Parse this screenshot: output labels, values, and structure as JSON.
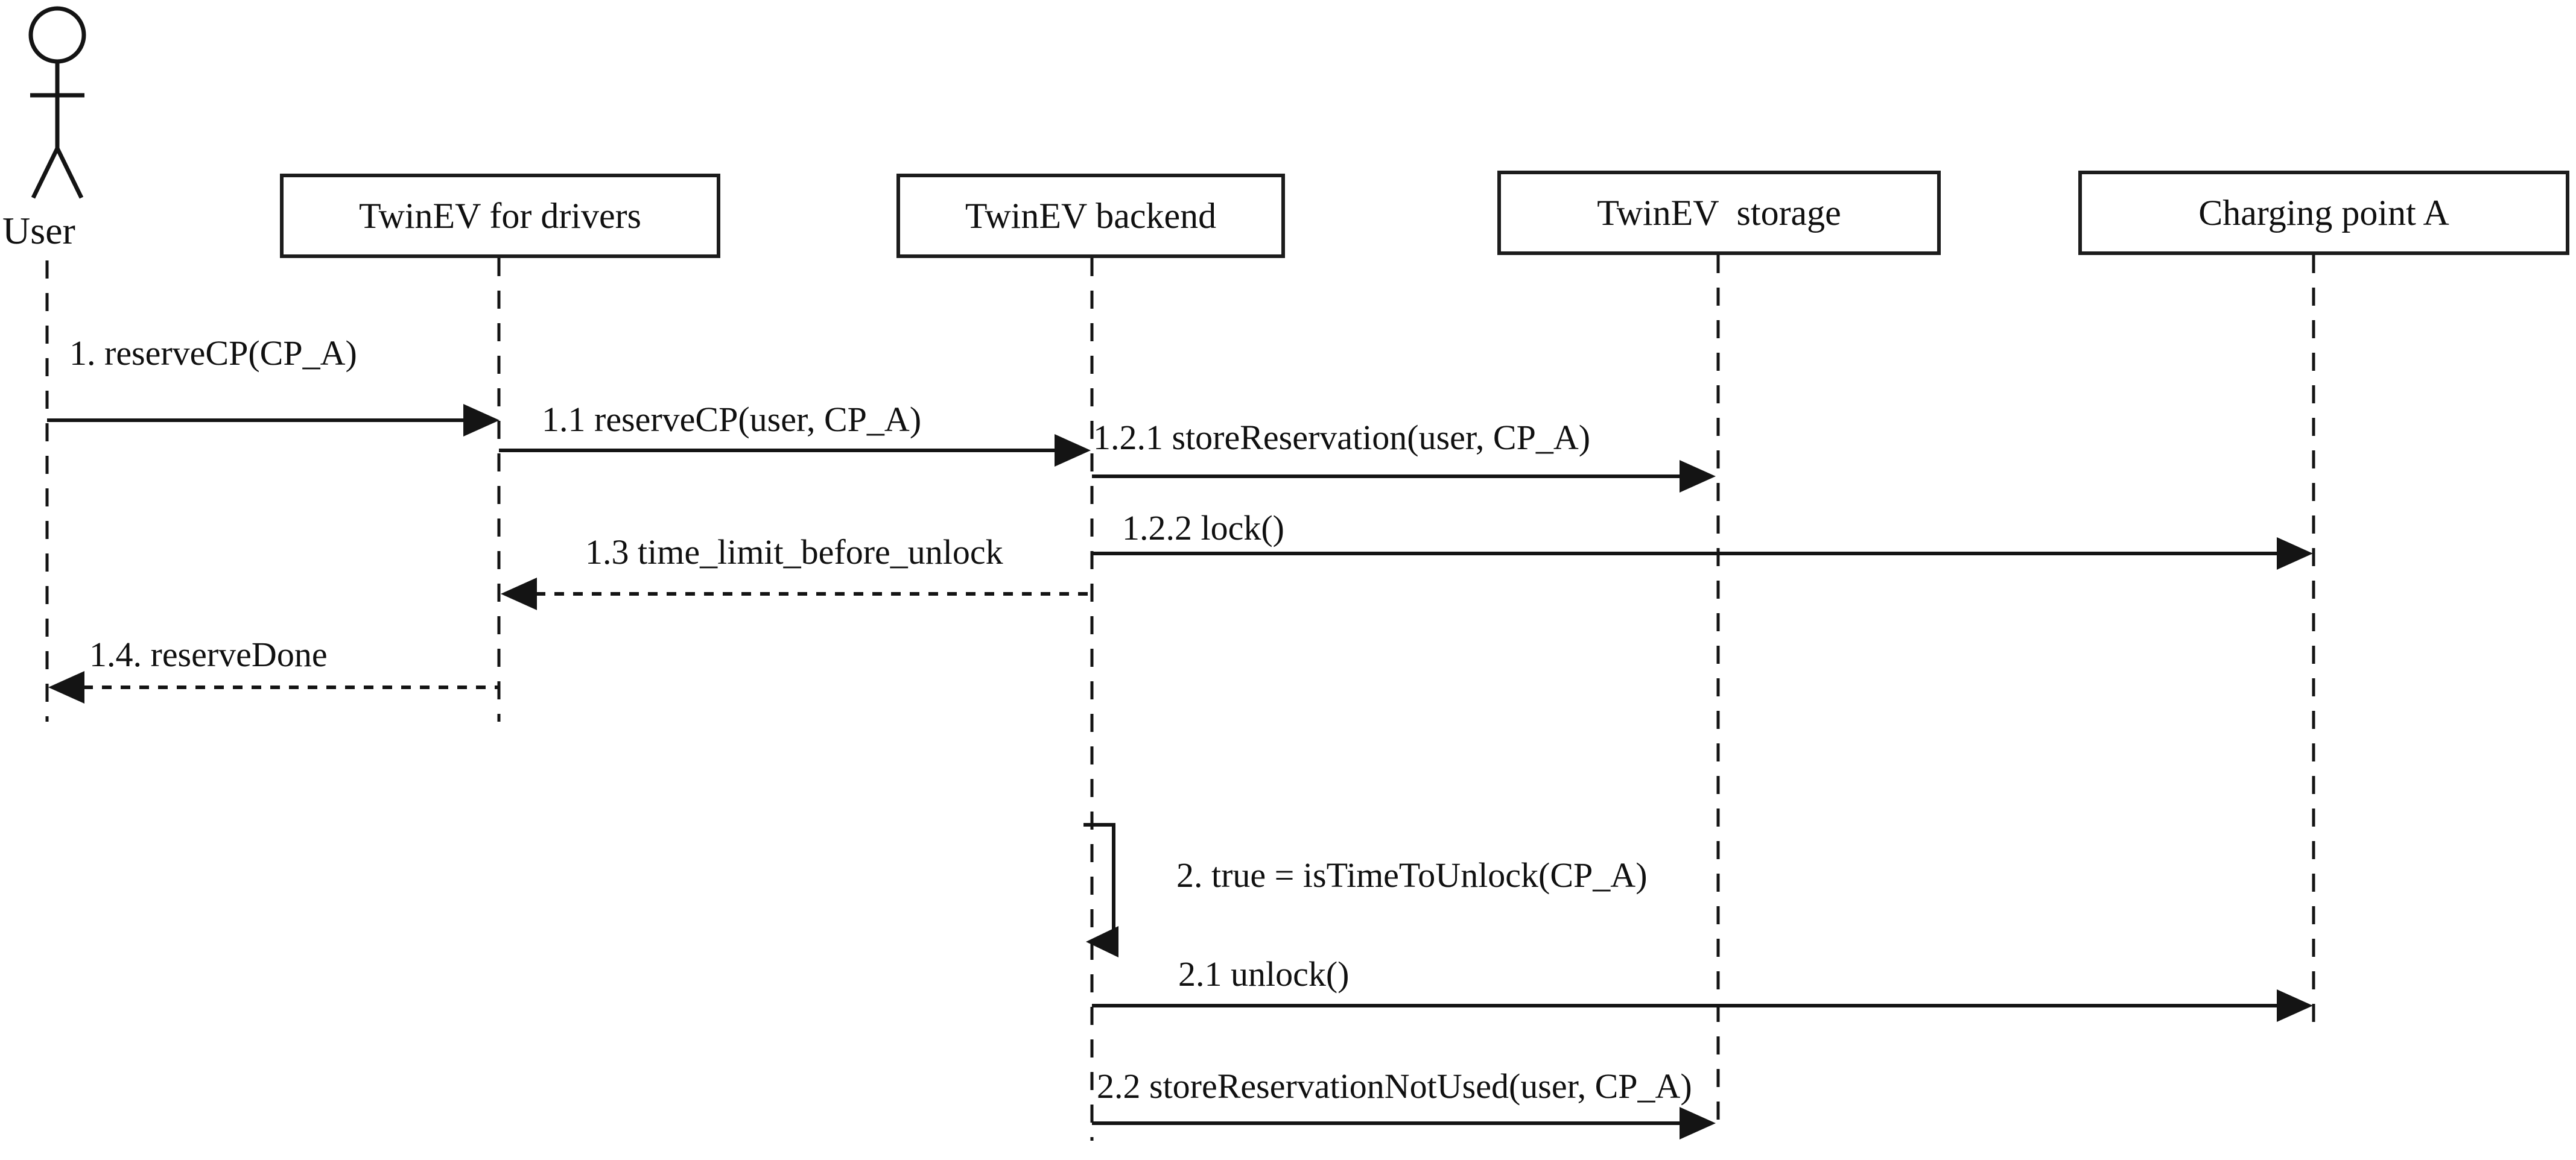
{
  "diagram": {
    "type": "uml-sequence",
    "background_color": "#ffffff",
    "line_color": "#141414",
    "text_color": "#101010",
    "actor": {
      "label": "User"
    },
    "participants": [
      {
        "id": "drivers",
        "label": "TwinEV for drivers"
      },
      {
        "id": "backend",
        "label": "TwinEV backend"
      },
      {
        "id": "storage",
        "label": "TwinEV  storage"
      },
      {
        "id": "charging",
        "label": "Charging point A"
      }
    ],
    "messages": [
      {
        "label": "1. reserveCP(CP_A)",
        "from": "User",
        "to": "TwinEV for drivers",
        "line": "solid",
        "direction": "right"
      },
      {
        "label": "1.1 reserveCP(user, CP_A)",
        "from": "TwinEV for drivers",
        "to": "TwinEV backend",
        "line": "solid",
        "direction": "right"
      },
      {
        "label": "1.2.1 storeReservation(user, CP_A)",
        "from": "TwinEV backend",
        "to": "TwinEV storage",
        "line": "solid",
        "direction": "right"
      },
      {
        "label": "1.2.2 lock()",
        "from": "TwinEV backend",
        "to": "Charging point A",
        "line": "solid",
        "direction": "right"
      },
      {
        "label": "1.3 time_limit_before_unlock",
        "from": "TwinEV backend",
        "to": "TwinEV for drivers",
        "line": "dashed",
        "direction": "left"
      },
      {
        "label": "1.4. reserveDone",
        "from": "TwinEV for drivers",
        "to": "User",
        "line": "dashed",
        "direction": "left"
      },
      {
        "label": "2. true = isTimeToUnlock(CP_A)",
        "from": "TwinEV backend",
        "to": "TwinEV backend",
        "line": "self",
        "direction": "self"
      },
      {
        "label": "2.1 unlock()",
        "from": "TwinEV backend",
        "to": "Charging point A",
        "line": "solid",
        "direction": "right"
      },
      {
        "label": "2.2 storeReservationNotUsed(user, CP_A)",
        "from": "TwinEV backend",
        "to": "TwinEV storage",
        "line": "solid",
        "direction": "right"
      }
    ]
  }
}
